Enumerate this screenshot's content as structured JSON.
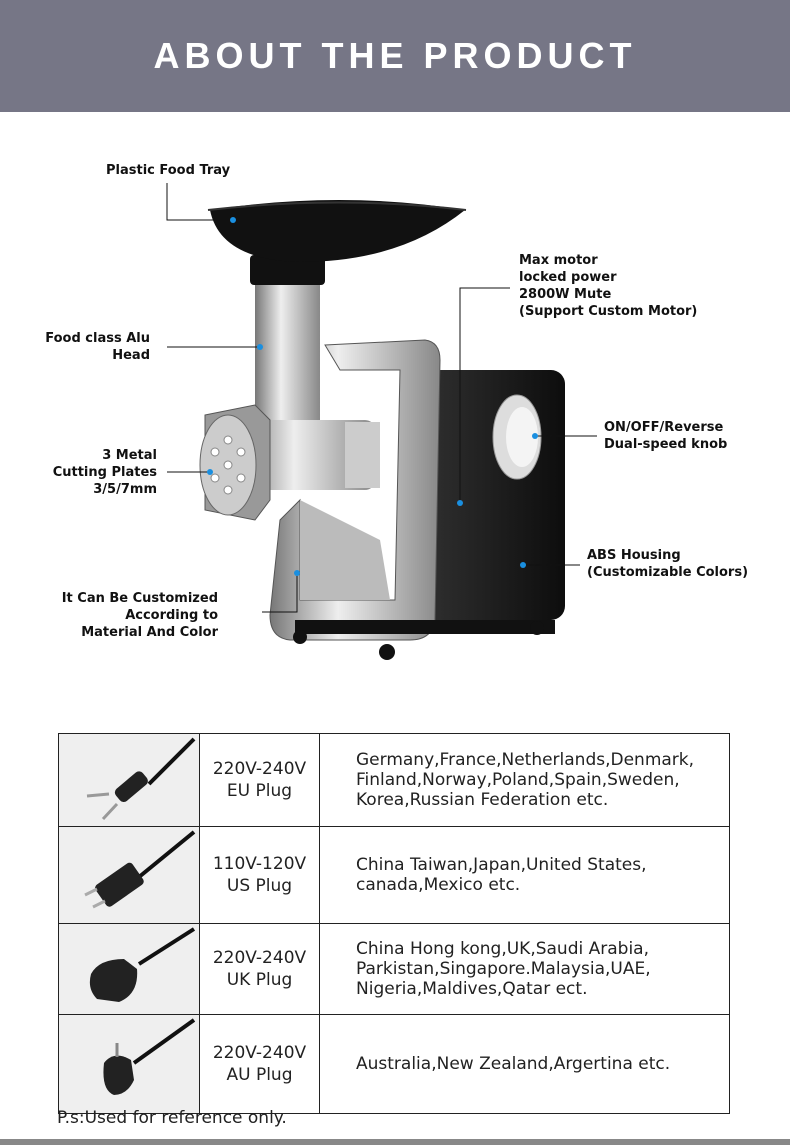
{
  "header": {
    "title": "ABOUT THE PRODUCT"
  },
  "callouts": {
    "food_tray": "Plastic Food Tray",
    "motor": "Max motor\nlocked power\n2800W Mute\n(Support Custom Motor)",
    "alu_head": "Food class Alu\nHead",
    "cutting_plates": "3 Metal\nCutting Plates\n3/5/7mm",
    "knob": "ON/OFF/Reverse\nDual-speed knob",
    "housing": "ABS Housing\n(Customizable Colors)",
    "customized": "It Can Be Customized\nAccording to\nMaterial And Color"
  },
  "accent_color": "#1a8fe0",
  "plugs": [
    {
      "type": "EU",
      "voltage": "220V-240V",
      "label": "EU Plug",
      "countries": "Germany,France,Netherlands,Denmark,\nFinland,Norway,Poland,Spain,Sweden,\nKorea,Russian Federation etc."
    },
    {
      "type": "US",
      "voltage": "110V-120V",
      "label": "US Plug",
      "countries": "China Taiwan,Japan,United States,\ncanada,Mexico etc."
    },
    {
      "type": "UK",
      "voltage": "220V-240V",
      "label": "UK Plug",
      "countries": "China Hong kong,UK,Saudi Arabia,\nParkistan,Singapore.Malaysia,UAE,\nNigeria,Maldives,Qatar ect."
    },
    {
      "type": "AU",
      "voltage": "220V-240V",
      "label": "AU Plug",
      "countries": "Australia,New Zealand,Argertina etc."
    }
  ],
  "footer_note": "P.s:Used for reference only."
}
